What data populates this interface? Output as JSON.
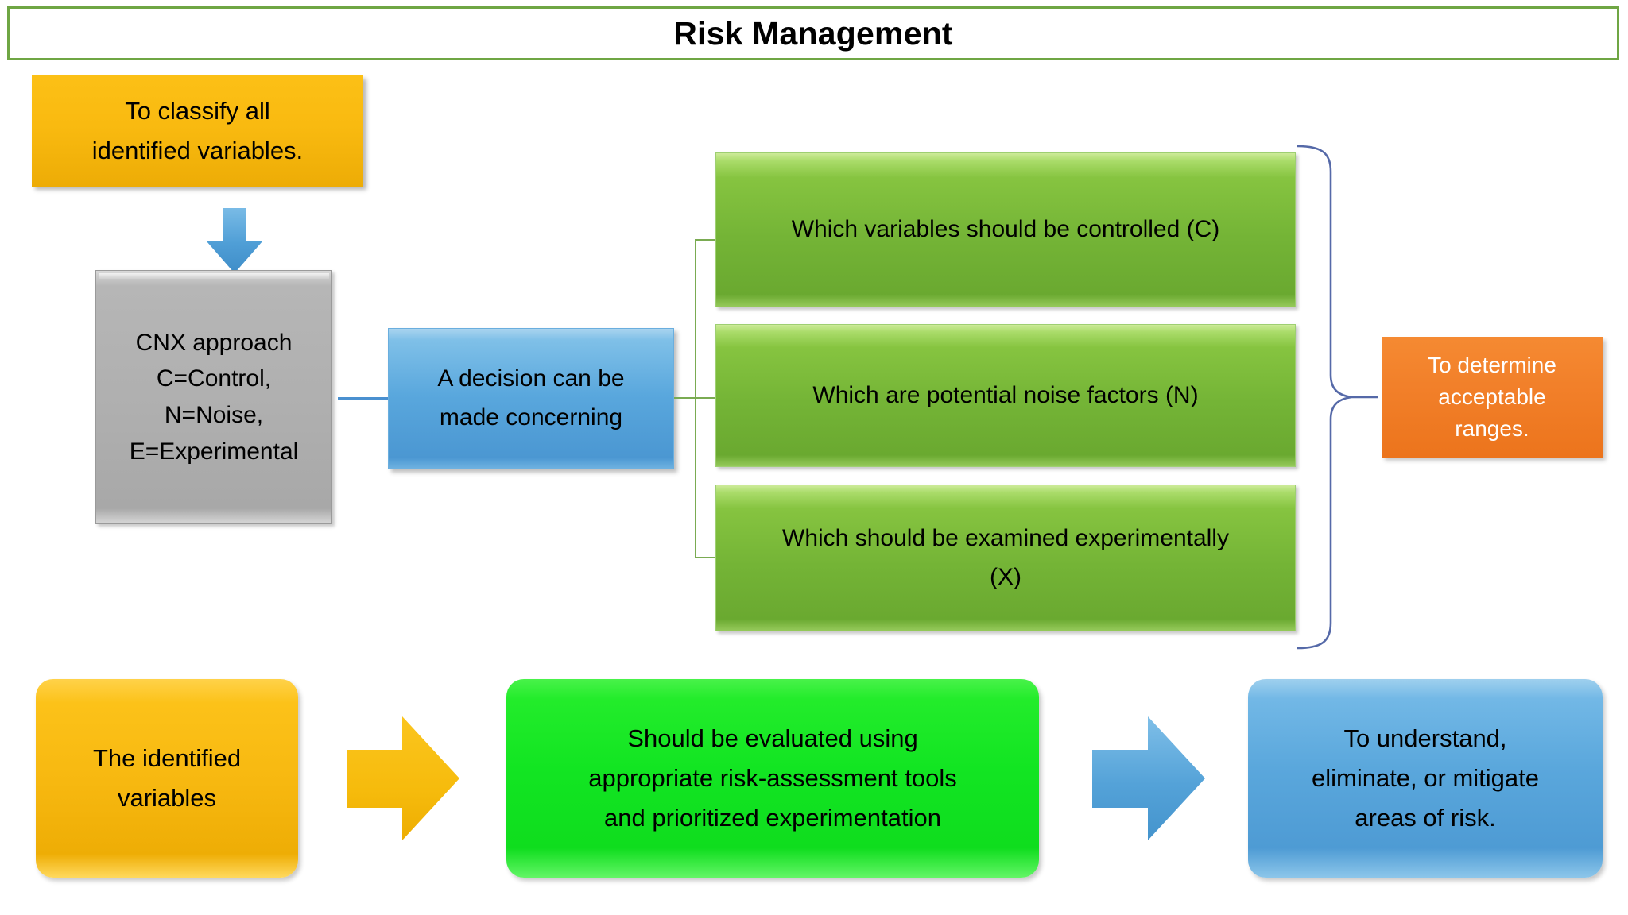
{
  "title": {
    "text": "Risk Management"
  },
  "colors": {
    "title_border": "#6fa644",
    "yellow": "#f9ba10",
    "gray": "#afafaf",
    "blue": "#59a7dd",
    "green": "#74b436",
    "orange": "#f2802a",
    "bright_green": "#12e522",
    "connector_blue": "#4a90d0",
    "connector_green": "#7aab52",
    "bracket_navy": "#4a5fa0"
  },
  "flow": {
    "classify_box": {
      "lines": [
        "To classify all",
        "identified variables."
      ]
    },
    "down_arrow": {
      "icon": "arrow-down-icon"
    },
    "cnx_box": {
      "lines": [
        "CNX approach",
        "C=Control,",
        "N=Noise,",
        "E=Experimental"
      ]
    },
    "decision_box": {
      "lines": [
        "A decision can be",
        "made concerning"
      ]
    },
    "options": [
      {
        "lines": [
          "Which variables should be controlled (C)"
        ]
      },
      {
        "lines": [
          "Which are potential noise factors (N)"
        ]
      },
      {
        "lines": [
          "Which should be examined experimentally",
          "(X)"
        ]
      }
    ],
    "outcome_box": {
      "lines": [
        "To determine",
        "acceptable",
        "ranges."
      ]
    }
  },
  "bottom_flow": {
    "identified_box": {
      "lines": [
        "The identified",
        "variables"
      ]
    },
    "arrow_1": {
      "icon": "arrow-right-icon"
    },
    "evaluate_box": {
      "lines": [
        "Should be evaluated using",
        "appropriate risk-assessment tools",
        "and prioritized experimentation"
      ]
    },
    "arrow_2": {
      "icon": "arrow-right-icon"
    },
    "understand_box": {
      "lines": [
        "To understand,",
        "eliminate, or mitigate",
        "areas of risk."
      ]
    }
  }
}
